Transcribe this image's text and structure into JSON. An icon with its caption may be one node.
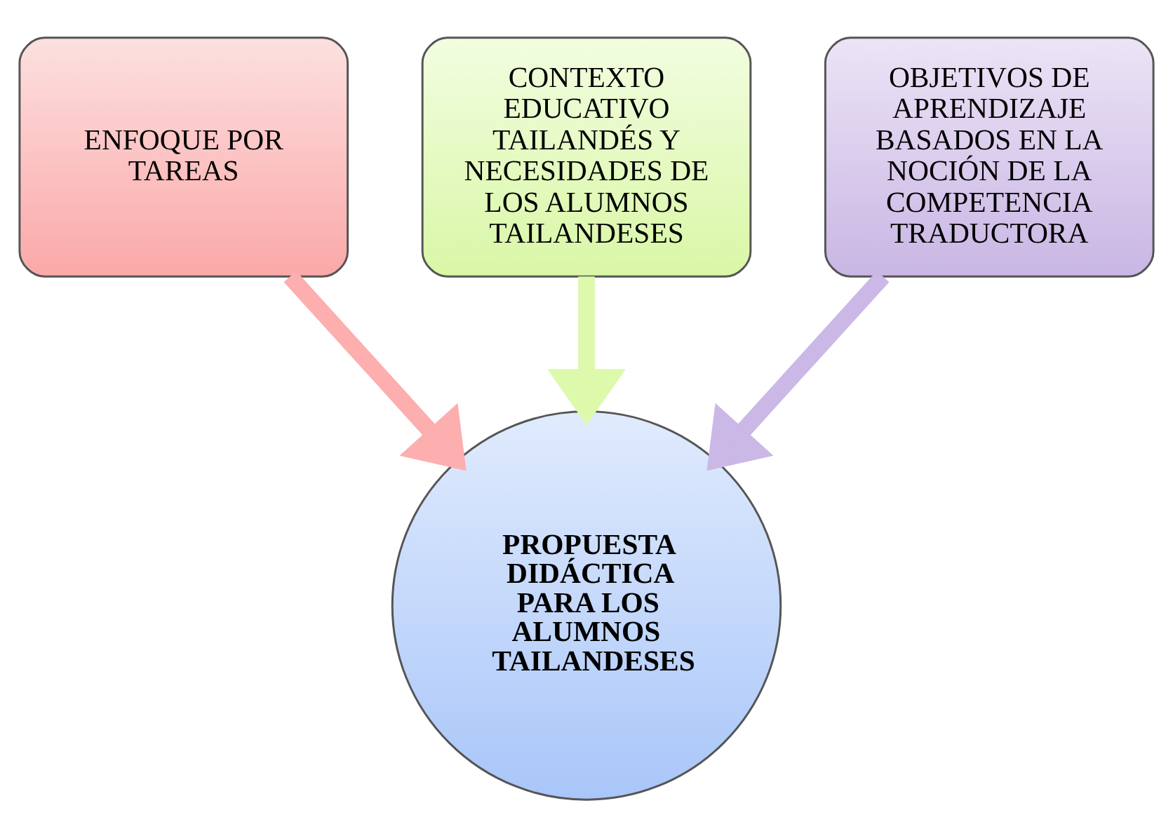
{
  "diagram": {
    "nodes": [
      {
        "text": [
          "CONTEXTO EDUCATIVO TAILANDÉS Y NECESIDADES DE LOS ALUMNOS TAILANDESES"
        ]
      },
      {
        "text": [
          "ENFOQUE POR TAREAS"
        ]
      },
      {
        "text": [
          "OBJETIVOS DE APRENDIZAJE BASADOS EN LA NOCIÓN DE LA COMPETENCIA TRADUCTORA"
        ]
      },
      {
        "text": [
          "PROPUESTA DIDÁCTICA PARA LOS ALUMNOS TAILANDESES"
        ]
      }
    ],
    "edges": [
      {
        "from": 1,
        "to": 3,
        "arrow": "to",
        "color": "#fdaeae"
      },
      {
        "from": 0,
        "to": 3,
        "arrow": "to",
        "color": "#ddf9ab"
      },
      {
        "from": 2,
        "to": 3,
        "arrow": "to",
        "color": "#cbb8e6"
      }
    ]
  }
}
